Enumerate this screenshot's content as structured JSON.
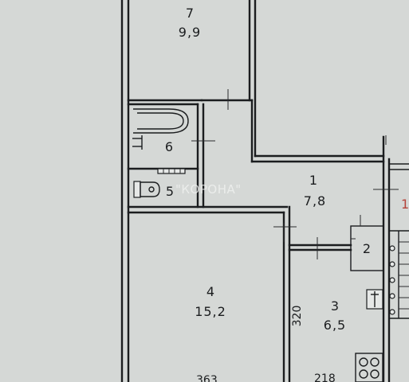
{
  "rooms": [
    {
      "number": "7",
      "area": "9,9"
    },
    {
      "number": "6"
    },
    {
      "number": "5"
    },
    {
      "number": "1",
      "area": "7,8"
    },
    {
      "number": "2"
    },
    {
      "number": "4",
      "area": "15,2"
    },
    {
      "number": "3",
      "area": "6,5"
    }
  ],
  "dimensions": {
    "room3_height": "320",
    "room4_width": "363",
    "room3_width": "218"
  },
  "watermark": "\"КОРОНА\"",
  "edge_mark": "1",
  "colors": {
    "paper": "#d5d8d6",
    "line": "#1b1d1f",
    "edge_mark": "#b5433a"
  }
}
